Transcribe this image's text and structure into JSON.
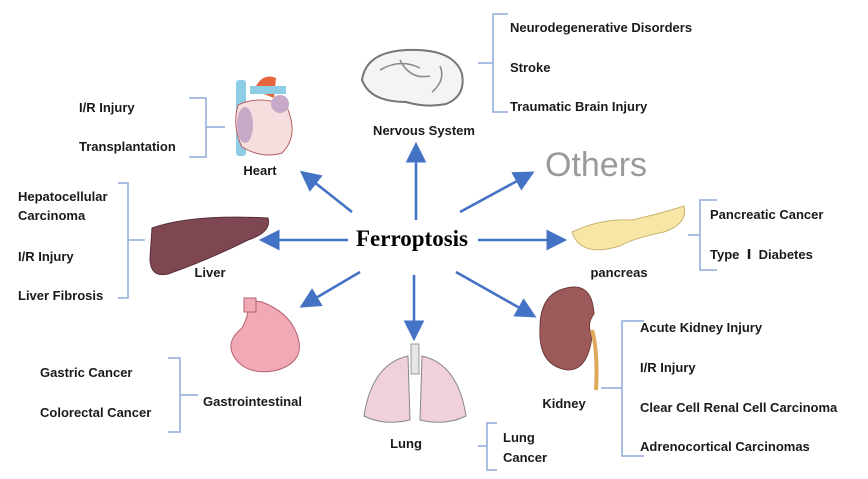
{
  "center": "Ferroptosis",
  "colors": {
    "arrow": "#4472c4",
    "bracket": "#8eaadb",
    "others": "#9a9a9a"
  },
  "organs": {
    "heart": {
      "label": "Heart",
      "diseases": [
        "I/R Injury",
        "Transplantation"
      ]
    },
    "nervous": {
      "label": "Nervous System",
      "diseases": [
        "Neurodegenerative Disorders",
        "Stroke",
        "Traumatic Brain Injury"
      ]
    },
    "others": {
      "label": "Others"
    },
    "liver": {
      "label": "Liver",
      "diseases": [
        "Hepatocellular",
        "Carcinoma",
        "I/R Injury",
        "Liver Fibrosis"
      ]
    },
    "pancreas": {
      "label": "pancreas",
      "diseases": [
        "Pancreatic Cancer",
        "Type  Ⅰ  Diabetes"
      ]
    },
    "gastro": {
      "label": "Gastrointestinal",
      "diseases": [
        "Gastric Cancer",
        "Colorectal Cancer"
      ]
    },
    "lung": {
      "label": "Lung",
      "diseases": [
        "Lung",
        "Cancer"
      ]
    },
    "kidney": {
      "label": "Kidney",
      "diseases": [
        "Acute Kidney Injury",
        "I/R Injury",
        "Clear Cell Renal Cell Carcinoma",
        "Adrenocortical Carcinomas"
      ]
    }
  }
}
